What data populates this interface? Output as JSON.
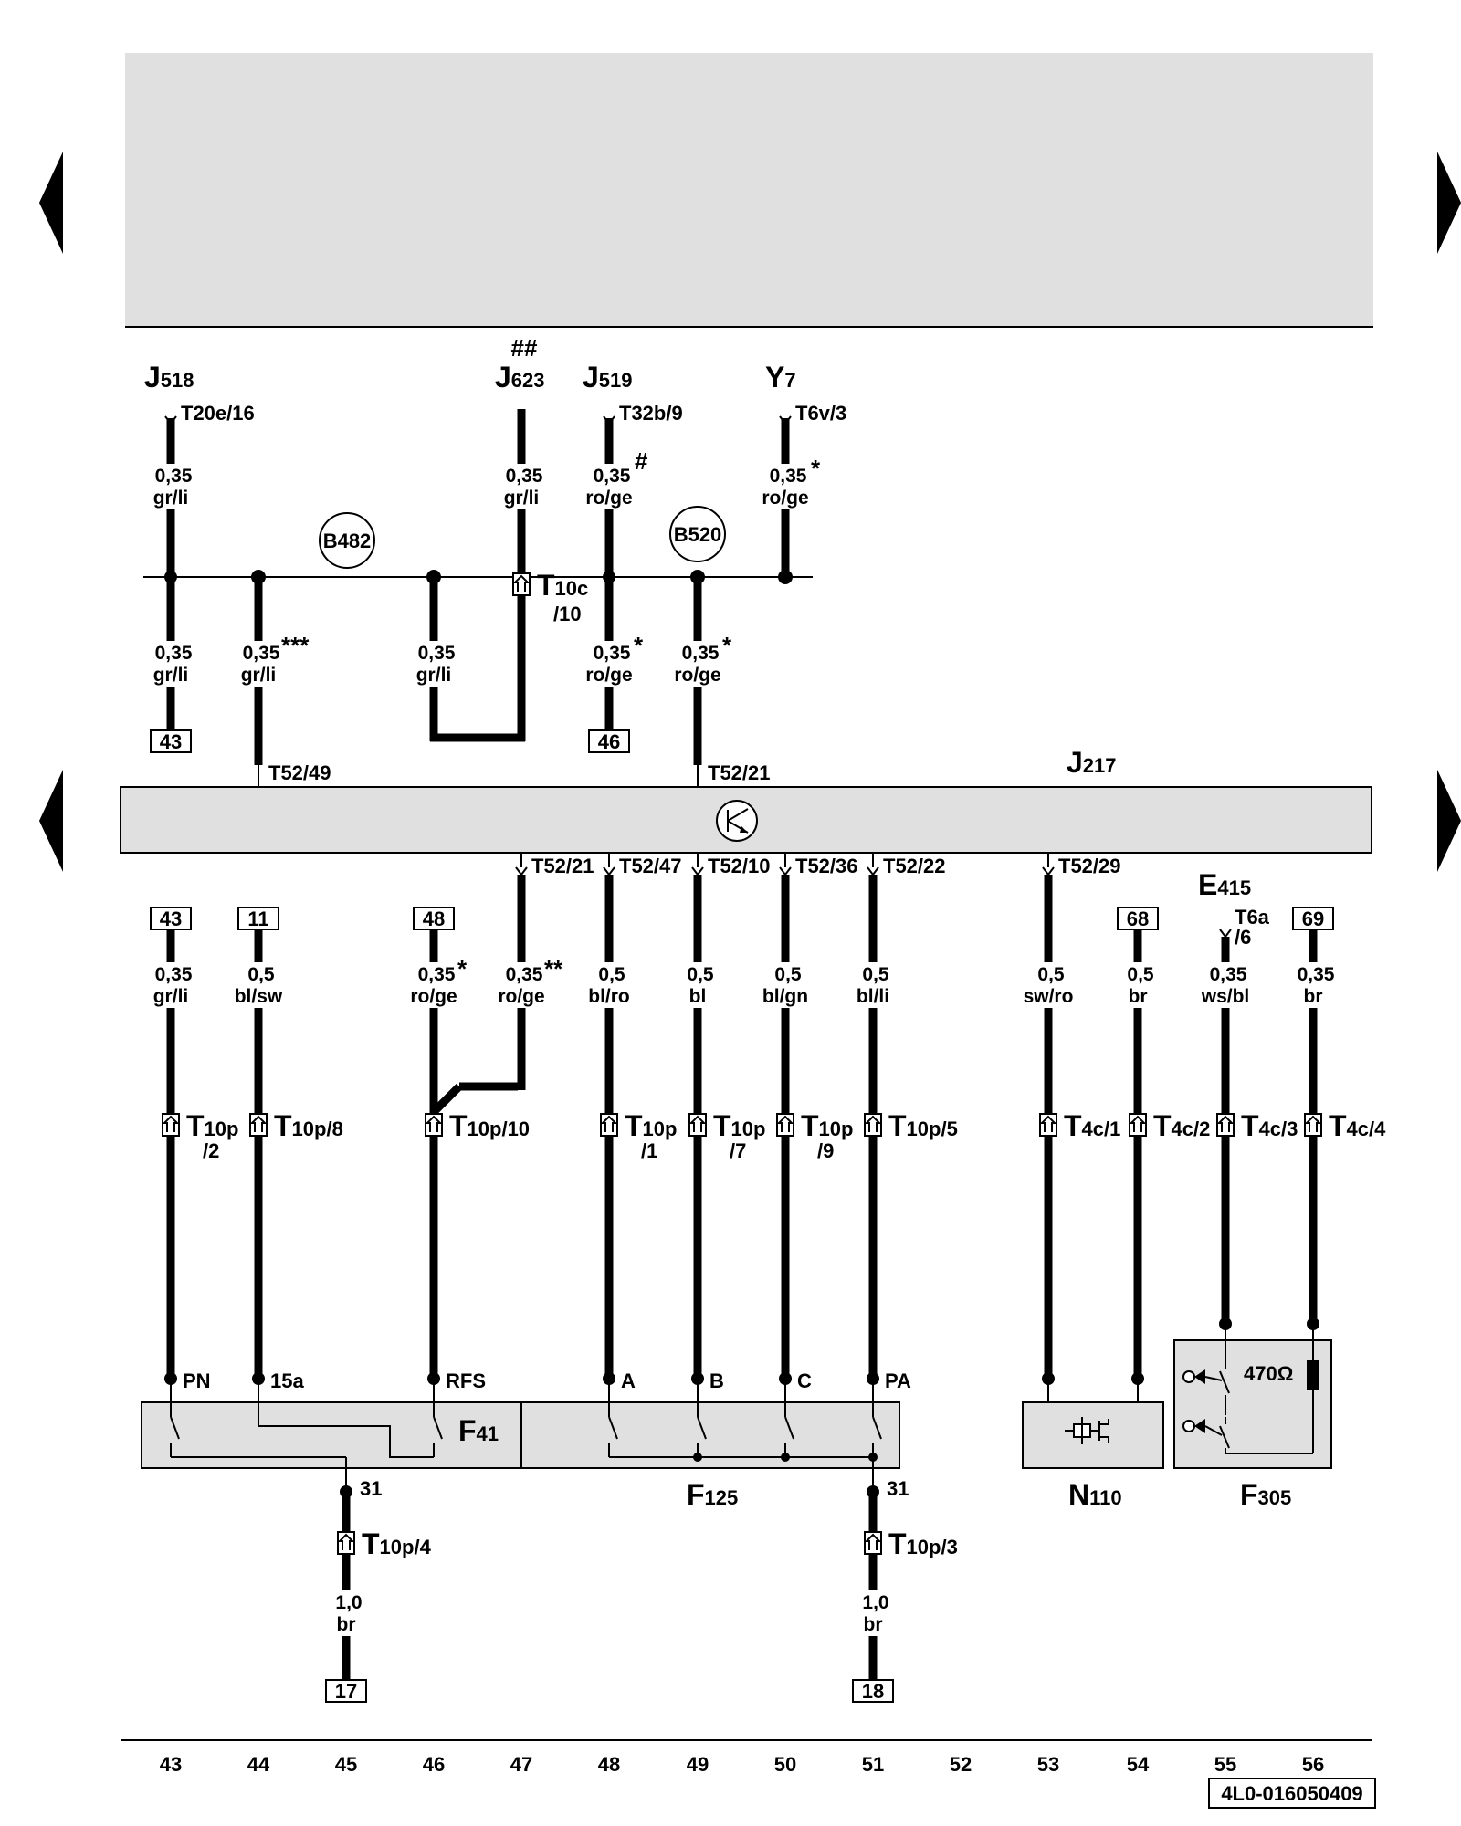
{
  "components": {
    "J518": {
      "main": "J",
      "sub": "518"
    },
    "J623": {
      "main": "J",
      "sub": "623",
      "marker": "##"
    },
    "J519": {
      "main": "J",
      "sub": "519"
    },
    "Y7": {
      "main": "Y",
      "sub": "7"
    },
    "J217": {
      "main": "J",
      "sub": "217"
    },
    "E415": {
      "main": "E",
      "sub": "415"
    },
    "F41": {
      "main": "F",
      "sub": "41"
    },
    "F125": {
      "main": "F",
      "sub": "125"
    },
    "N110": {
      "main": "N",
      "sub": "110"
    },
    "F305": {
      "main": "F",
      "sub": "305"
    }
  },
  "junctions": {
    "B482": "B482",
    "B520": "B520"
  },
  "pins": {
    "t20e16": "T20e/16",
    "t32b9": "T32b/9",
    "t6v3": "T6v/3",
    "t6a": "T6a",
    "t6a6": "/6",
    "t5249": "T52/49",
    "t5221_top": "T52/21",
    "t5221": "T52/21",
    "t5247": "T52/47",
    "t5210": "T52/10",
    "t5236": "T52/36",
    "t5222": "T52/22",
    "t5229": "T52/29"
  },
  "connectors": {
    "t10c": {
      "main": "T",
      "sub": "10c",
      "suffix": "/10"
    },
    "t10p2": {
      "main": "T",
      "sub": "10p",
      "suffix": "/2"
    },
    "t10p8": {
      "main": "T",
      "sub": "10p/8"
    },
    "t10p10": {
      "main": "T",
      "sub": "10p/10"
    },
    "t10p1": {
      "main": "T",
      "sub": "10p",
      "suffix": "/1"
    },
    "t10p7": {
      "main": "T",
      "sub": "10p",
      "suffix": "/7"
    },
    "t10p9": {
      "main": "T",
      "sub": "10p",
      "suffix": "/9"
    },
    "t10p5": {
      "main": "T",
      "sub": "10p/5"
    },
    "t4c1": {
      "main": "T",
      "sub": "4c/1"
    },
    "t4c2": {
      "main": "T",
      "sub": "4c/2"
    },
    "t4c3": {
      "main": "T",
      "sub": "4c/3"
    },
    "t4c4": {
      "main": "T",
      "sub": "4c/4"
    },
    "t10p4": {
      "main": "T",
      "sub": "10p/4"
    },
    "t10p3": {
      "main": "T",
      "sub": "10p/3"
    }
  },
  "wires": {
    "w_j518": {
      "size": "0,35",
      "color": "gr/li"
    },
    "w_j623": {
      "size": "0,35",
      "color": "gr/li"
    },
    "w_j519": {
      "size": "0,35",
      "color": "ro/ge",
      "marker": "#"
    },
    "w_y7": {
      "size": "0,35",
      "color": "ro/ge",
      "marker": "*"
    },
    "w_a43": {
      "size": "0,35",
      "color": "gr/li"
    },
    "w_a44": {
      "size": "0,35",
      "color": "gr/li",
      "marker": "***"
    },
    "w_a46": {
      "size": "0,35",
      "color": "gr/li"
    },
    "w_a48": {
      "size": "0,35",
      "color": "ro/ge",
      "marker": "*"
    },
    "w_a49": {
      "size": "0,35",
      "color": "ro/ge",
      "marker": "*"
    },
    "w_b43": {
      "size": "0,35",
      "color": "gr/li"
    },
    "w_b44": {
      "size": "0,5",
      "color": "bl/sw"
    },
    "w_b46": {
      "size": "0,35",
      "color": "ro/ge",
      "marker": "*"
    },
    "w_b47": {
      "size": "0,35",
      "color": "ro/ge",
      "marker": "**"
    },
    "w_b48": {
      "size": "0,5",
      "color": "bl/ro"
    },
    "w_b49": {
      "size": "0,5",
      "color": "bl"
    },
    "w_b50": {
      "size": "0,5",
      "color": "bl/gn"
    },
    "w_b51": {
      "size": "0,5",
      "color": "bl/li"
    },
    "w_b53": {
      "size": "0,5",
      "color": "sw/ro"
    },
    "w_b54": {
      "size": "0,5",
      "color": "br"
    },
    "w_b55": {
      "size": "0,35",
      "color": "ws/bl"
    },
    "w_b56": {
      "size": "0,35",
      "color": "br"
    },
    "w_g45": {
      "size": "1,0",
      "color": "br"
    },
    "w_g51": {
      "size": "1,0",
      "color": "br"
    }
  },
  "refs": {
    "r43a": "43",
    "r46a": "46",
    "r43b": "43",
    "r11": "11",
    "r48": "48",
    "r68": "68",
    "r69": "69",
    "r17": "17",
    "r18": "18"
  },
  "switch_terms": {
    "PN": "PN",
    "15a": "15a",
    "RFS": "RFS",
    "A": "A",
    "B": "B",
    "C": "C",
    "PA": "PA",
    "g1": "31",
    "g2": "31"
  },
  "resistor": "470Ω",
  "columns": [
    "43",
    "44",
    "45",
    "46",
    "47",
    "48",
    "49",
    "50",
    "51",
    "52",
    "53",
    "54",
    "55",
    "56"
  ],
  "doc_code": "4L0-016050409"
}
